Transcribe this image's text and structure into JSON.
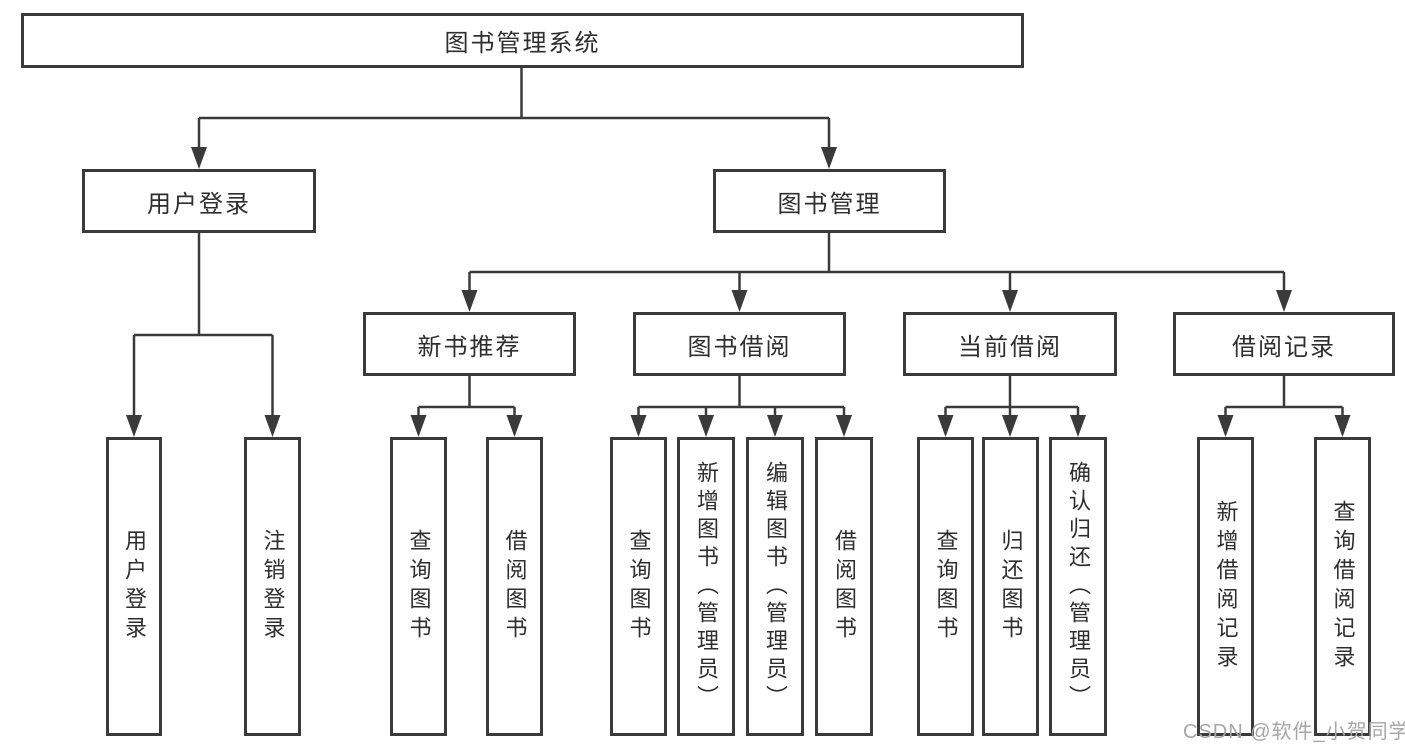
{
  "nodes": {
    "root": "图书管理系统",
    "level2": [
      "用户登录",
      "图书管理"
    ],
    "level3": [
      "新书推荐",
      "图书借阅",
      "当前借阅",
      "借阅记录"
    ],
    "leaves": [
      "用户登录",
      "注销登录",
      "查询图书",
      "借阅图书",
      "查询图书",
      "新增图书（管理员）",
      "编辑图书（管理员）",
      "借阅图书",
      "查询图书",
      "归还图书",
      "确认归还（管理员）",
      "新增借阅记录",
      "查询借阅记录"
    ]
  },
  "hierarchy": {
    "图书管理系统": [
      "用户登录",
      "图书管理"
    ],
    "用户登录": [
      "用户登录",
      "注销登录"
    ],
    "图书管理": [
      "新书推荐",
      "图书借阅",
      "当前借阅",
      "借阅记录"
    ],
    "新书推荐": [
      "查询图书",
      "借阅图书"
    ],
    "图书借阅": [
      "查询图书",
      "新增图书（管理员）",
      "编辑图书（管理员）",
      "借阅图书"
    ],
    "当前借阅": [
      "查询图书",
      "归还图书",
      "确认归还（管理员）"
    ],
    "借阅记录": [
      "新增借阅记录",
      "查询借阅记录"
    ]
  },
  "watermark": "CSDN @软件_小贺同学",
  "colors": {
    "line": "#3a3a3a",
    "node_border": "#3a3a3a",
    "node_text": "#2e2e2e",
    "background": "#ffffff",
    "watermark_text": "#a6a6a6"
  }
}
